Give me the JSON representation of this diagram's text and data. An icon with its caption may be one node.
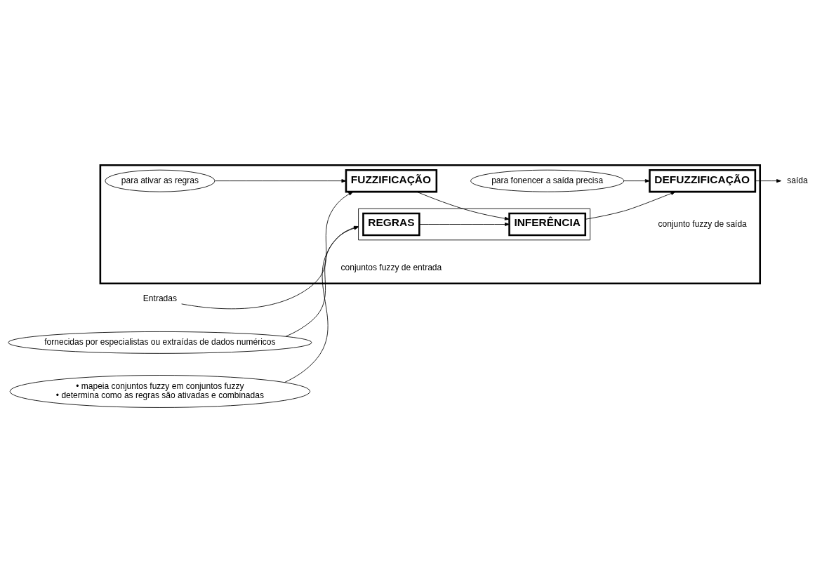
{
  "diagram": {
    "nodes": [
      {
        "text": [],
        "shape": "box"
      },
      {
        "text": [
          "fornecidas por especialistas ou extraídas de dados numéricos"
        ]
      },
      {
        "text": [
          "para ativar as regras"
        ],
        "in": 0
      },
      {
        "text": [
          "FUZZIFICAÇÃO"
        ],
        "in": 0
      },
      {
        "text": [],
        "shape": "box",
        "in": 0
      },
      {
        "text": [
          "REGRAS"
        ],
        "in": 4
      },
      {
        "text": [
          "INFERÊNCIA"
        ],
        "in": 4
      },
      {
        "text": [
          "para fonencer a saída precisa"
        ],
        "in": 0
      },
      {
        "text": [
          "DEFUZZIFICAÇÃO"
        ],
        "in": 0
      },
      {
        "text": [
          "Entradas"
        ]
      },
      {
        "text": [
          "saída"
        ]
      },
      {
        "text": [
          "• mapeia conjuntos fuzzy em conjuntos fuzzy",
          "• determina como as regras são ativadas e combinadas"
        ]
      }
    ],
    "edges": [
      {
        "from": 1,
        "to": 4,
        "arrow": "to"
      },
      {
        "from": 2,
        "to": 3,
        "arrow": "to"
      },
      {
        "from": 9,
        "to": 3,
        "arrow": "to"
      },
      {
        "from": 3,
        "to": 6,
        "arrow": "to"
      },
      {
        "from": 5,
        "to": 6,
        "arrow": "to"
      },
      {
        "from": 6,
        "to": 8,
        "arrow": "to"
      },
      {
        "from": 7,
        "to": 8,
        "arrow": "to"
      },
      {
        "from": 8,
        "to": 10,
        "arrow": "to"
      },
      {
        "from": 11,
        "to": 4,
        "arrow": "to"
      }
    ],
    "labels": [
      "conjuntos fuzzy de entrada",
      "conjunto fuzzy de saída"
    ]
  }
}
